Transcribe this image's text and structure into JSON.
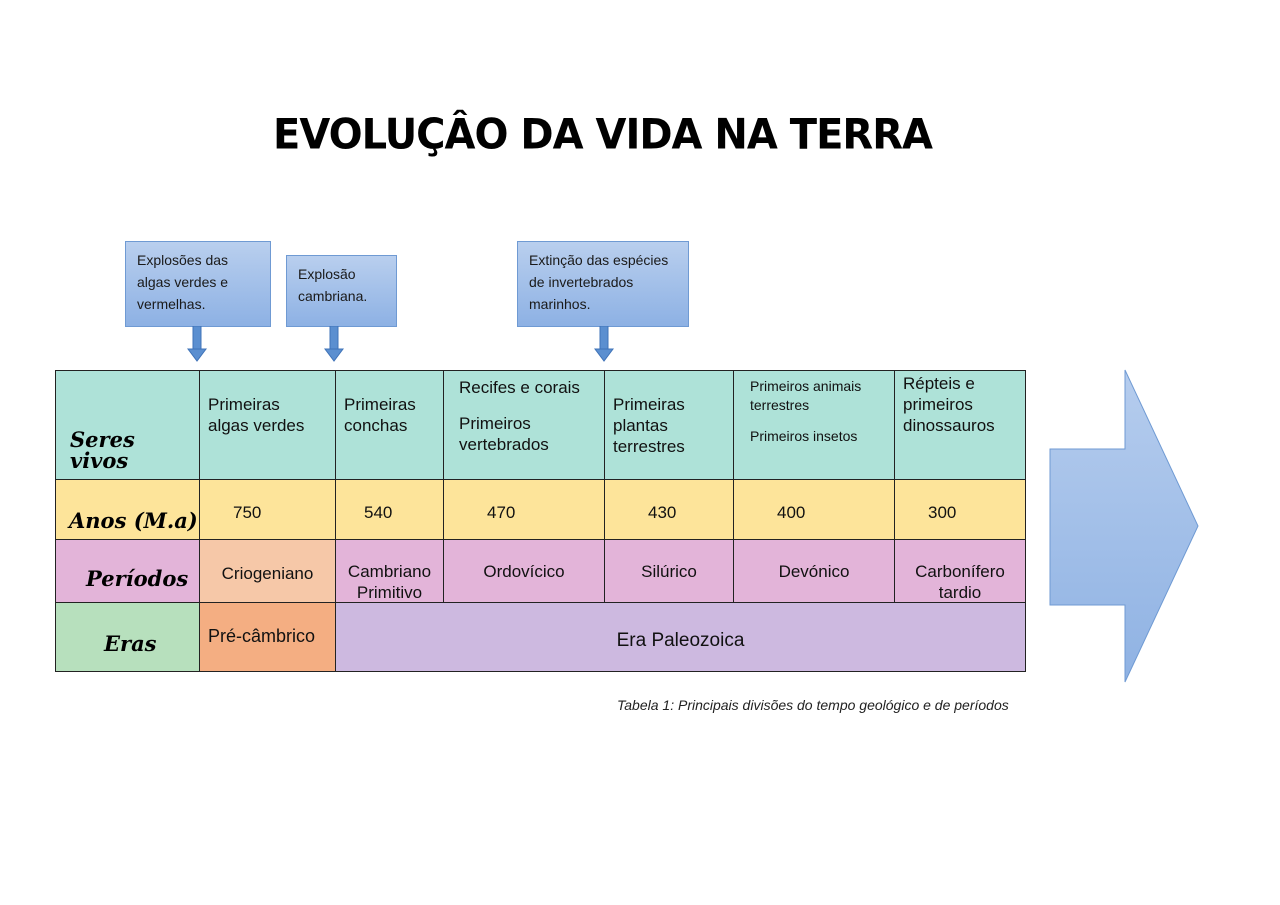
{
  "title": "EVOLUÇÂO DA VIDA NA TERRA",
  "callouts": [
    "Explosões das algas verdes e vermelhas.",
    "Explosão cambriana.",
    "Extinção das espécies de invertebrados marinhos."
  ],
  "headers": {
    "seres": "Seres vivos",
    "anos": "Anos (M.a)",
    "periodos": "Períodos",
    "eras": "Eras"
  },
  "seres": [
    "Primeiras\nalgas verdes",
    "Primeiras\nconchas",
    "Recifes e corais",
    "Primeiros\nvertebrados",
    "Primeiras\nplantas\nterrestres",
    "Primeiros animais\nterrestres",
    "Primeiros insetos",
    "Répteis e\nprimeiros\ndinossauros"
  ],
  "anos": [
    "750",
    "540",
    "470",
    "430",
    "400",
    "300"
  ],
  "periodos": [
    "Criogeniano",
    "Cambriano\nPrimitivo",
    "Ordovícico",
    "Silúrico",
    "Devónico",
    "Carbonífero\ntardio"
  ],
  "eras": [
    "Pré-câmbrico",
    "Era Paleozoica"
  ],
  "caption": "Tabela 1: Principais divisões do tempo geológico e de períodos",
  "colors": {
    "seres": "#aee2d8",
    "anos": "#fde49a",
    "periodos": "#e3b4d9",
    "criogeniano": "#f6c8a8",
    "eras_header": "#b7e0bd",
    "precambrico": "#f4ae82",
    "paleozoica": "#cdb9e0",
    "callout": "#8db1e4",
    "arrow": "#9fbfe8"
  }
}
